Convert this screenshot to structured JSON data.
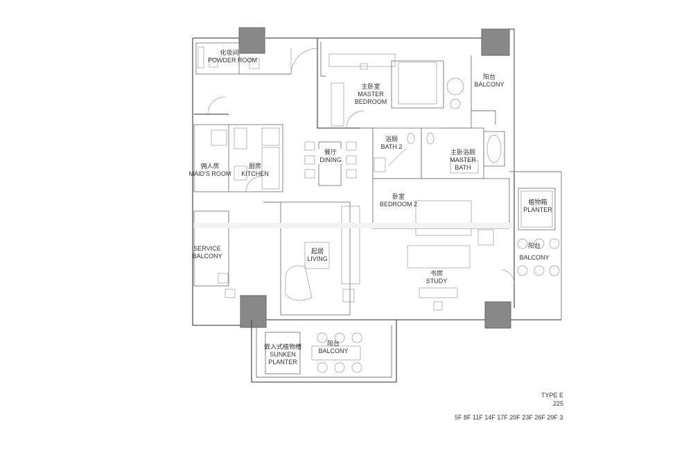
{
  "rooms": {
    "powder": {
      "cn": "化妆间",
      "en": "POWDER ROOM"
    },
    "master_bedroom": {
      "cn": "主卧室",
      "en1": "MASTER",
      "en2": "BEDROOM"
    },
    "balcony_ne": {
      "cn": "阳台",
      "en": "BALCONY"
    },
    "bath2": {
      "cn": "浴厕",
      "en": "BATH 2"
    },
    "master_bath": {
      "cn": "主卧浴厕",
      "en1": "MASTER",
      "en2": "BATH"
    },
    "dining": {
      "cn": "餐厅",
      "en": "DINING"
    },
    "maids_room": {
      "cn": "佣人房",
      "en": "MAID'S ROOM"
    },
    "kitchen": {
      "cn": "厨房",
      "en": "KITCHEN"
    },
    "bedroom2": {
      "cn": "卧室",
      "en": "BEDROOM 2"
    },
    "planter_e": {
      "cn": "植物箱",
      "en": "PLANTER"
    },
    "service_balcony": {
      "en1": "SERVICE",
      "en2": "BALCONY"
    },
    "living": {
      "cn": "起居",
      "en": "LIVING"
    },
    "balcony_e": {
      "cn": "阳台",
      "en": "BALCONY"
    },
    "study": {
      "cn": "书房",
      "en": "STUDY"
    },
    "sunken_planter": {
      "cn": "嵌入式植物槽",
      "en1": "SUNKEN",
      "en2": "PLANTER"
    },
    "balcony_s": {
      "cn": "阳台",
      "en": "BALCONY"
    }
  },
  "info": {
    "type": "TYPE E",
    "area": "225",
    "floors": "5F 8F 11F 14F 17F 20F 23F 26F 29F 3"
  },
  "colors": {
    "wall": "#555555",
    "column": "#888888"
  }
}
